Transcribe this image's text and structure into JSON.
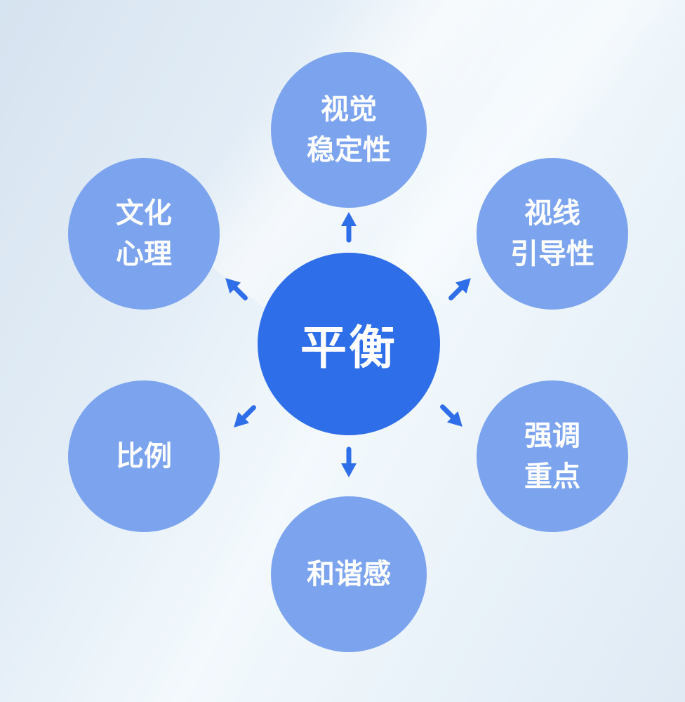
{
  "diagram": {
    "center": {
      "label": "平衡"
    },
    "nodes": [
      {
        "id": "visual-stability",
        "position": "top",
        "line1": "视觉",
        "line2": "稳定性"
      },
      {
        "id": "gaze-guidance",
        "position": "top-right",
        "line1": "视线",
        "line2": "引导性"
      },
      {
        "id": "emphasis-focus",
        "position": "bottom-right",
        "line1": "强调",
        "line2": "重点"
      },
      {
        "id": "harmony",
        "position": "bottom",
        "line1": "和谐感"
      },
      {
        "id": "proportion",
        "position": "bottom-left",
        "line1": "比例"
      },
      {
        "id": "culture-psychology",
        "position": "top-left",
        "line1": "文化",
        "line2": "心理"
      }
    ],
    "arrows": [
      "up",
      "up-right",
      "down-right",
      "down",
      "down-left",
      "up-left"
    ],
    "colors": {
      "center_circle": "#2E6EE8",
      "satellite_circle": "#7CA4EE",
      "arrow": "#2E6EE8",
      "text": "#FFFFFF",
      "background_start": "#D6E3F0",
      "background_end": "#F3F9FD"
    }
  }
}
